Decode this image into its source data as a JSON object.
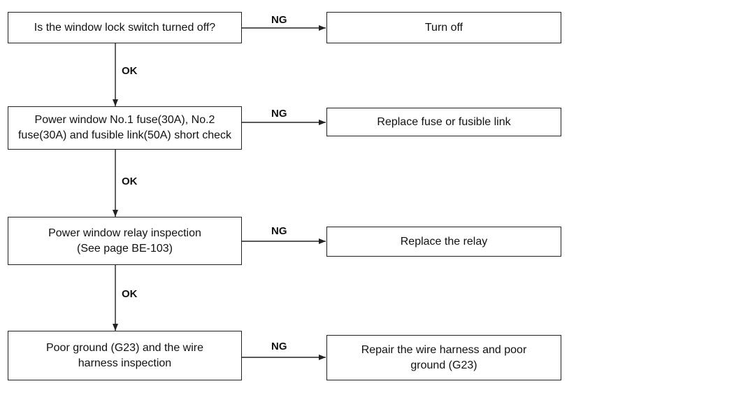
{
  "steps": [
    {
      "check": "Is the window lock switch turned off?",
      "ok": "OK",
      "ng": "NG",
      "ng_action": "Turn off"
    },
    {
      "check": "Power window No.1 fuse(30A), No.2\nfuse(30A) and fusible link(50A) short check",
      "ok": "OK",
      "ng": "NG",
      "ng_action": "Replace fuse or fusible link"
    },
    {
      "check": "Power window relay inspection\n(See page BE-103)",
      "ok": "OK",
      "ng": "NG",
      "ng_action": "Replace the relay"
    },
    {
      "check": "Poor ground (G23) and the wire\nharness inspection",
      "ng": "NG",
      "ng_action": "Repair the wire harness and poor\nground (G23)"
    }
  ]
}
